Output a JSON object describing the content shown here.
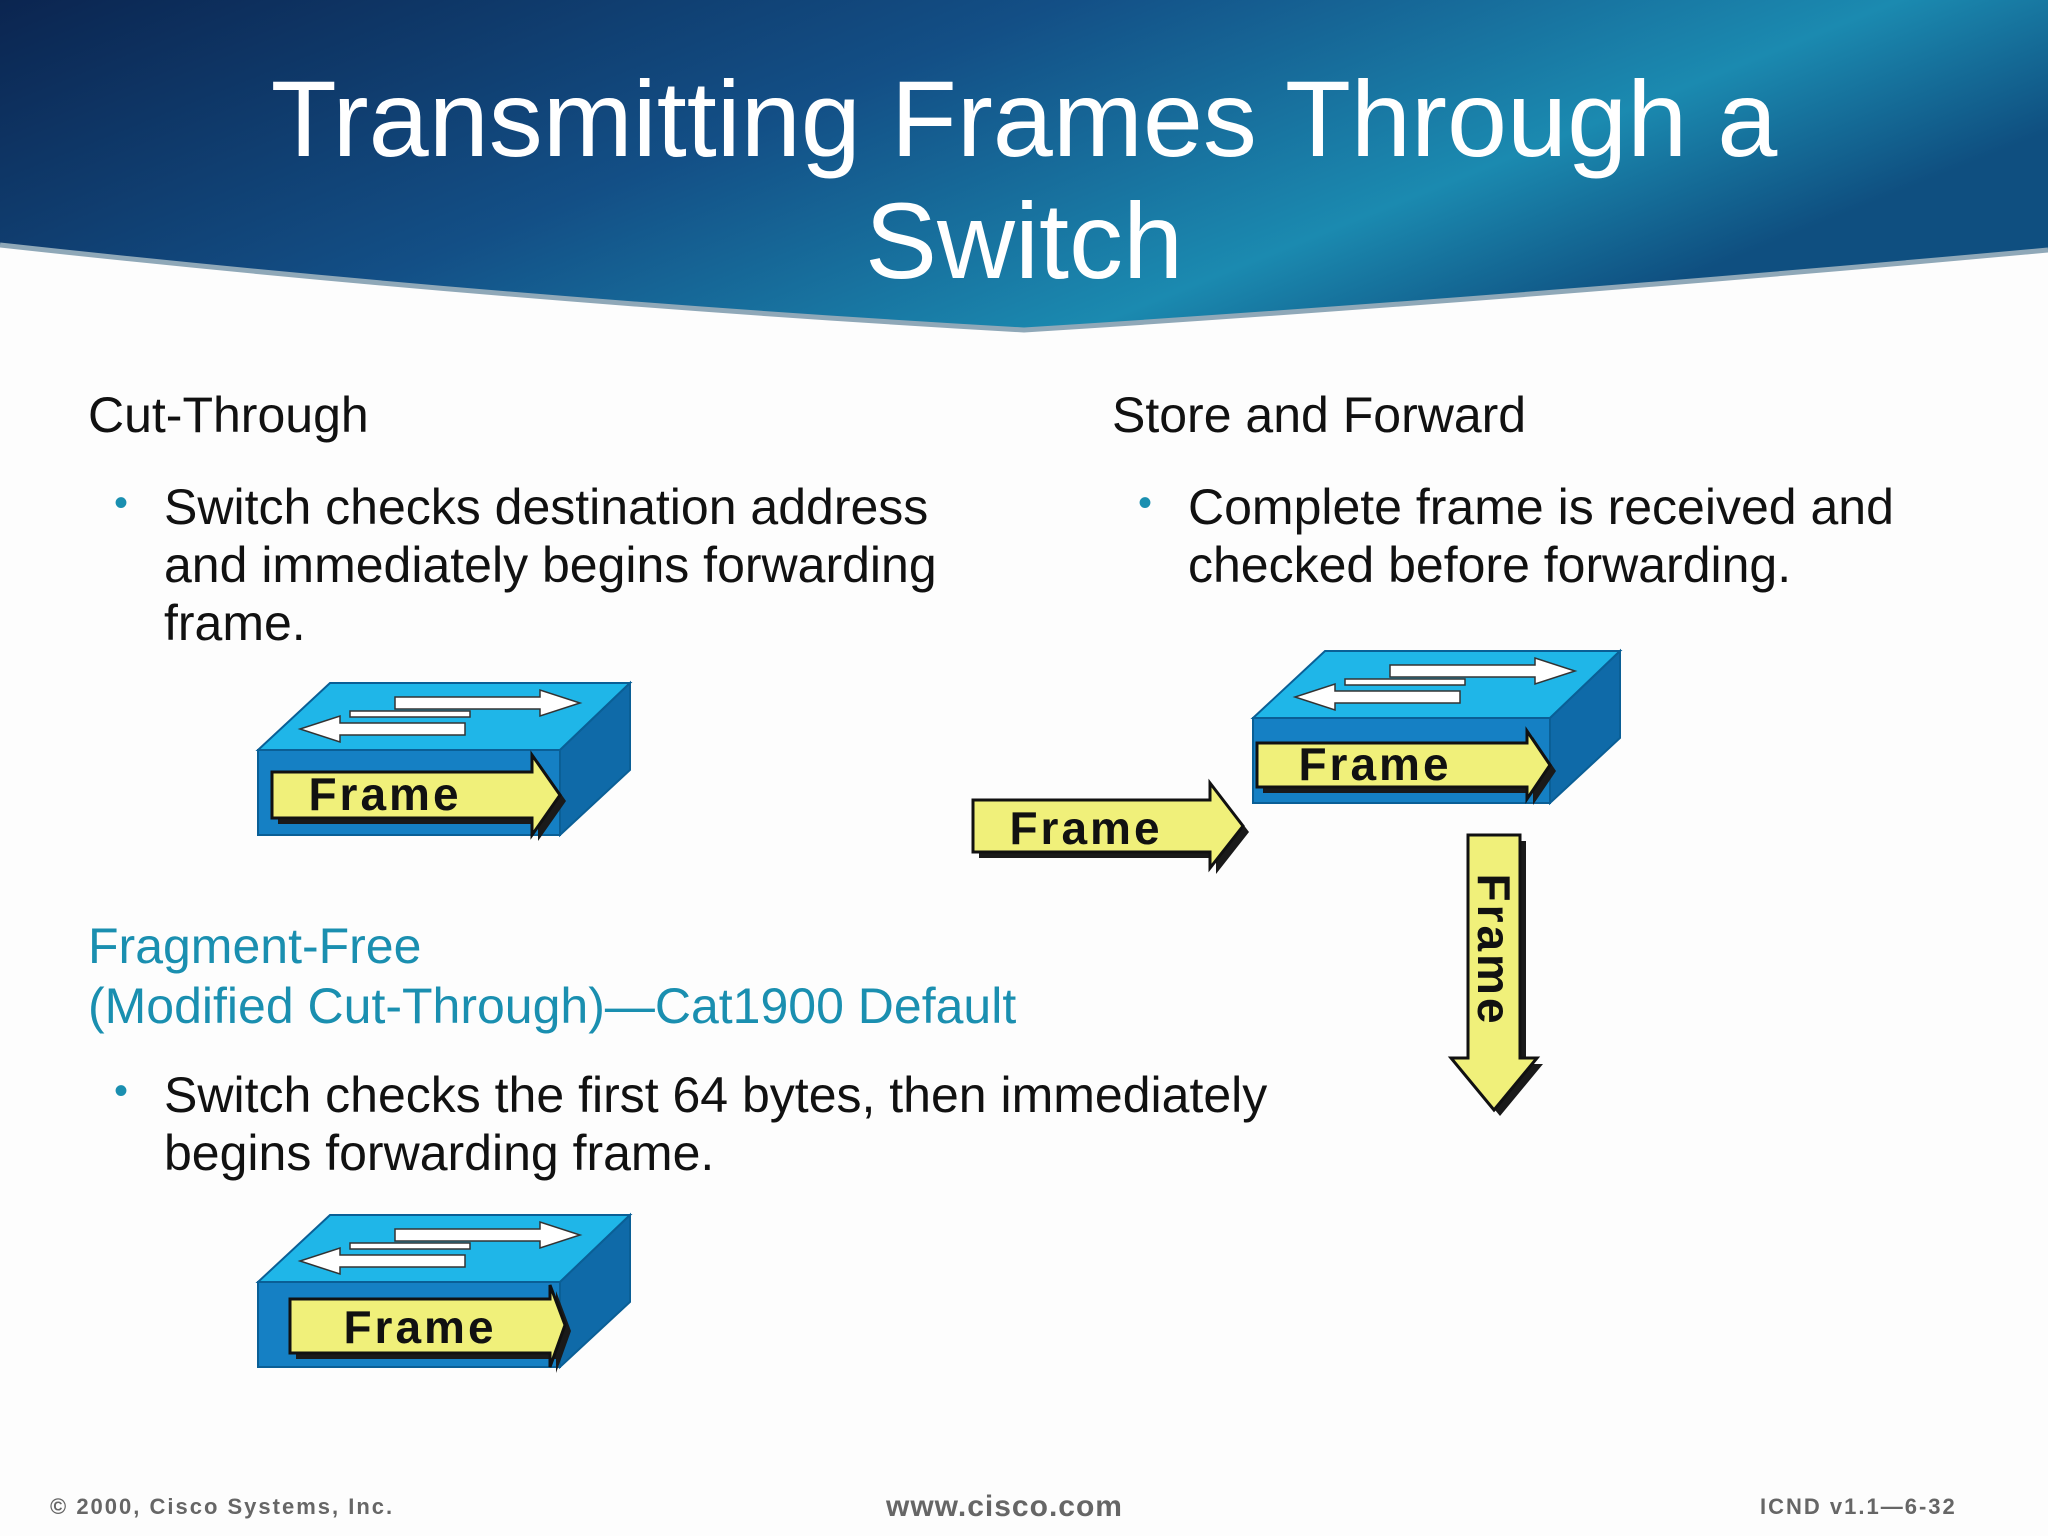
{
  "title": {
    "line1": "Transmitting Frames Through a",
    "line2": "Switch"
  },
  "cut_through": {
    "heading": "Cut-Through",
    "bullet_lines": [
      "Switch checks destination address",
      "and immediately begins forwarding",
      "frame."
    ],
    "frame_label": "Frame"
  },
  "store_forward": {
    "heading": "Store and Forward",
    "bullet_lines": [
      "Complete frame is received and",
      "checked before forwarding."
    ],
    "incoming_frame_label": "Frame",
    "switch_frame_label": "Frame",
    "down_frame_label": "Frame"
  },
  "fragment_free": {
    "heading_line1": "Fragment-Free",
    "heading_line2": "(Modified Cut-Through)—Cat1900 Default",
    "bullet_lines": [
      "Switch checks the first 64 bytes, then immediately",
      "begins forwarding frame."
    ],
    "frame_label": "Frame"
  },
  "footer": {
    "copyright": "© 2000, Cisco Systems, Inc.",
    "url": "www.cisco.com",
    "course": "ICND v1.1—6-32"
  },
  "colors": {
    "banner_dark": "#0d2f5e",
    "banner_light": "#1e8fb2",
    "switch_top": "#1fb6e8",
    "switch_side": "#1277b8",
    "frame_fill": "#f0f07a",
    "teal_text": "#1a8fb0"
  }
}
